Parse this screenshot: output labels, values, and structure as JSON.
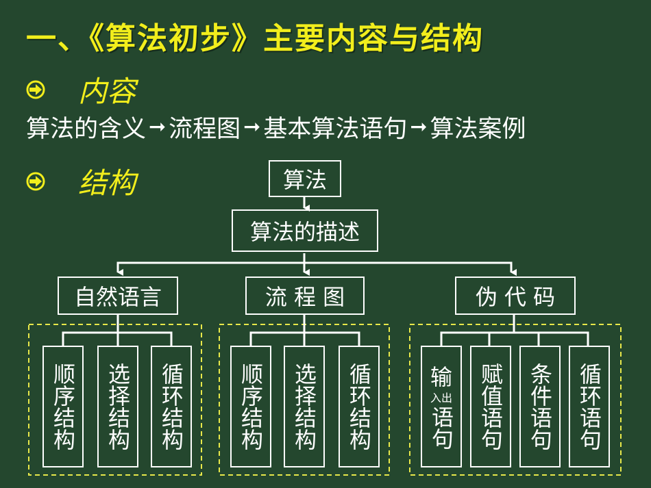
{
  "title": "一、《算法初步》主要内容与结构",
  "bullets": {
    "content_label": "内容",
    "structure_label": "结构"
  },
  "flow": {
    "items": [
      "算法的含义",
      "流程图",
      "基本算法语句",
      "算法案例"
    ],
    "arrow": "➞"
  },
  "diagram": {
    "root": "算法",
    "level2": "算法的描述",
    "branches": [
      {
        "label": "自然语言",
        "children": [
          "顺序结构",
          "选择结构",
          "循环结构"
        ]
      },
      {
        "label": "流 程 图",
        "children": [
          "顺序结构",
          "选择结构",
          "循环结构"
        ]
      },
      {
        "label": "伪 代 码",
        "children": [
          "输入出语句",
          "赋值语句",
          "条件语句",
          "循环语句"
        ]
      }
    ],
    "io_box": {
      "top": "输",
      "small": "入出",
      "bottom": "语句"
    }
  },
  "colors": {
    "background": "#24472e",
    "title": "#f2ee1c",
    "text": "#ffffff",
    "dashed_border": "#e8e84a"
  },
  "icons": {
    "bullet": "arrow-circle-icon"
  }
}
